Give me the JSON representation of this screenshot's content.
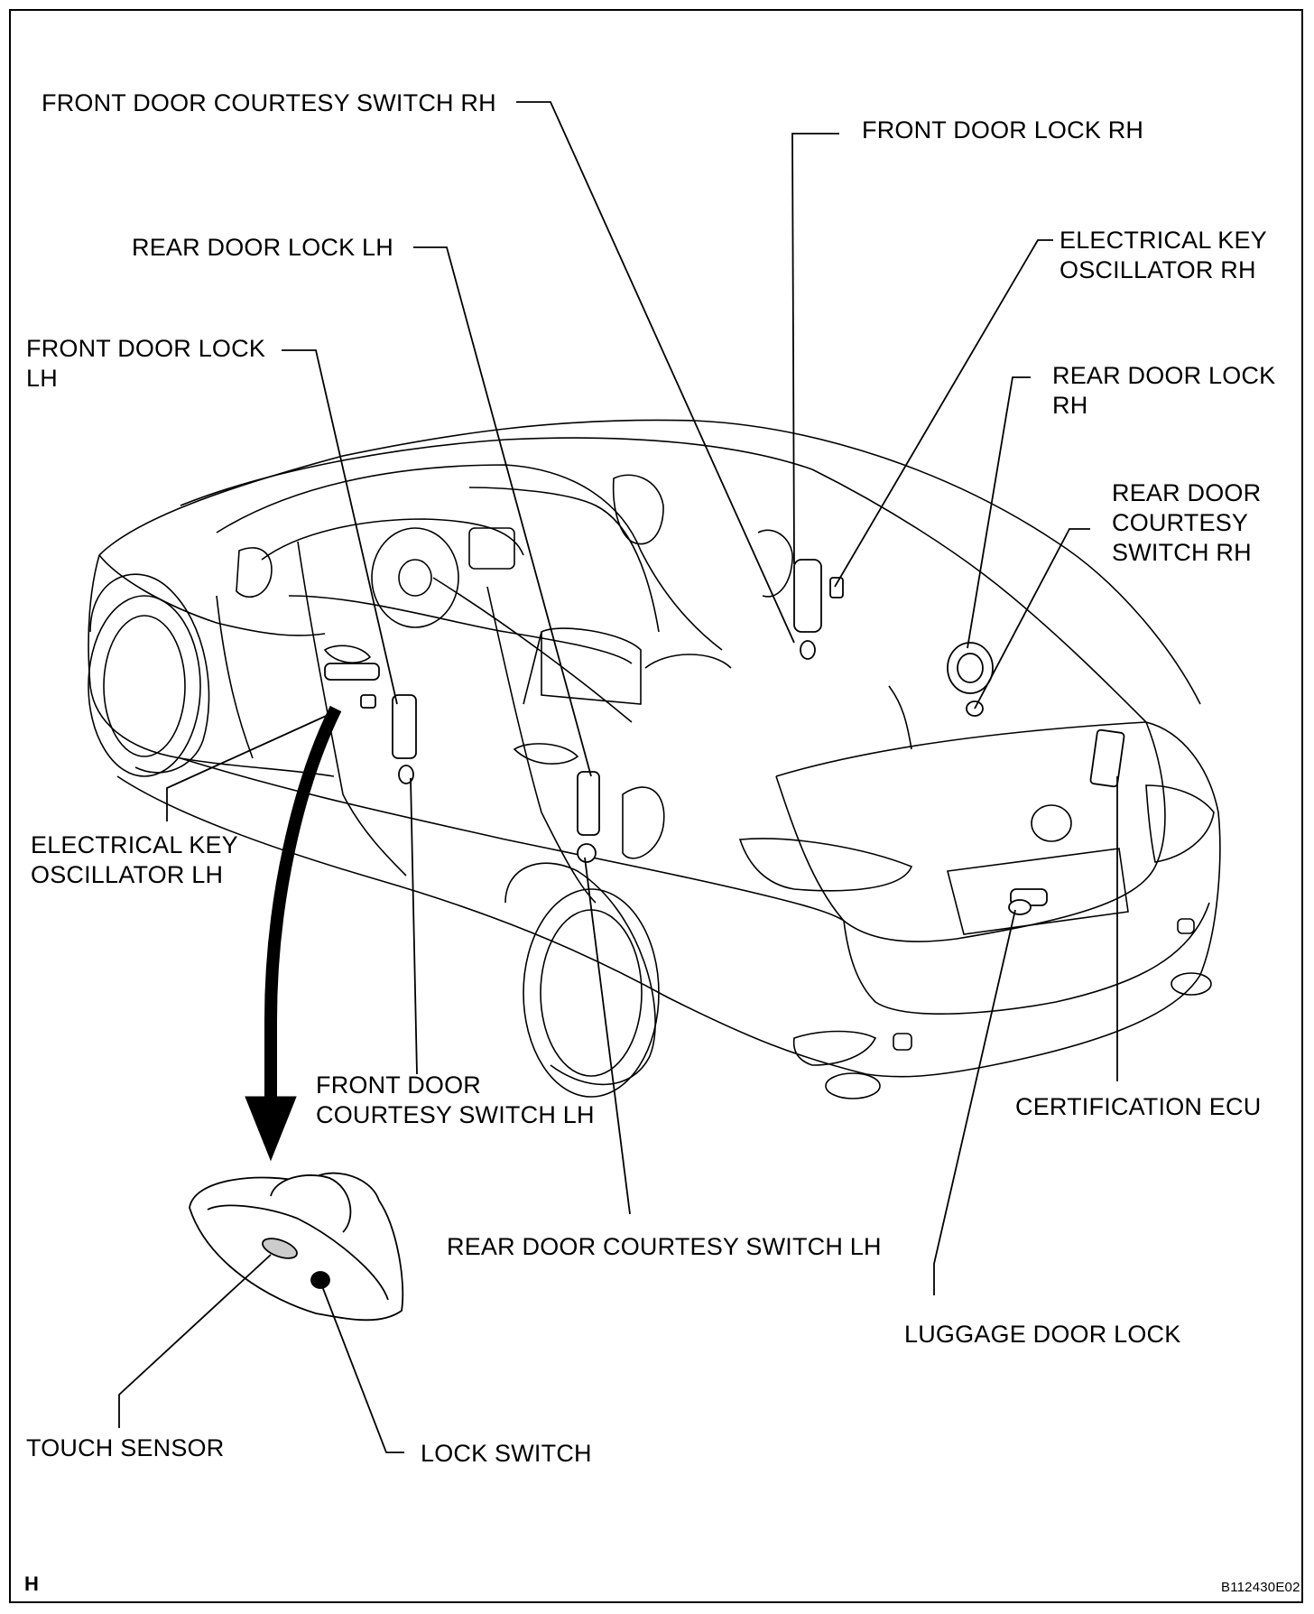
{
  "labels": {
    "front_door_courtesy_switch_rh": "FRONT DOOR COURTESY SWITCH RH",
    "front_door_lock_rh": "FRONT DOOR LOCK RH",
    "electrical_key_oscillator_rh": "ELECTRICAL KEY\nOSCILLATOR RH",
    "rear_door_lock_lh": "REAR DOOR LOCK LH",
    "front_door_lock_lh": "FRONT DOOR LOCK\nLH",
    "rear_door_lock_rh": "REAR DOOR LOCK\nRH",
    "rear_door_courtesy_switch_rh": "REAR DOOR\nCOURTESY\nSWITCH RH",
    "electrical_key_oscillator_lh": "ELECTRICAL KEY\nOSCILLATOR LH",
    "front_door_courtesy_switch_lh": "FRONT DOOR\nCOURTESY SWITCH LH",
    "certification_ecu": "CERTIFICATION ECU",
    "rear_door_courtesy_switch_lh": "REAR DOOR COURTESY SWITCH LH",
    "luggage_door_lock": "LUGGAGE DOOR LOCK",
    "touch_sensor": "TOUCH SENSOR",
    "lock_switch": "LOCK SWITCH"
  },
  "corner_mark": "H",
  "figure_code": "B112430E02"
}
